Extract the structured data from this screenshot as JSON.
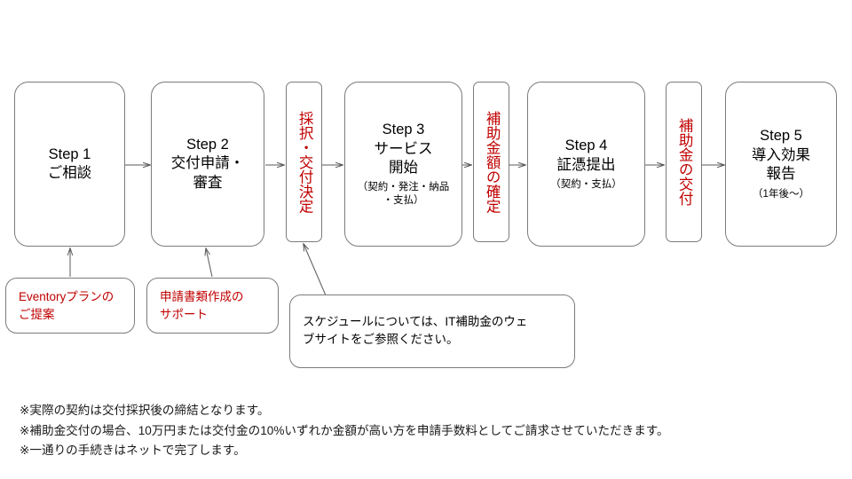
{
  "diagram": {
    "title_present": false,
    "accent_red": "#c00000",
    "line_color": "#7b7b7b",
    "text_color": "#000000"
  },
  "steps": [
    {
      "id": "step1",
      "title": "Step 1",
      "subtitle": "ご相談",
      "note": ""
    },
    {
      "id": "step2",
      "title": "Step 2",
      "subtitle": "交付申請・",
      "subtitle2": "審査",
      "note": ""
    },
    {
      "id": "step3",
      "title": "Step 3",
      "subtitle": "サービス",
      "subtitle2": "開始",
      "note": "（契約・発注・納品",
      "note2": "・支払）"
    },
    {
      "id": "step4",
      "title": "Step 4",
      "subtitle": "証憑提出",
      "note": "（契約・支払）"
    },
    {
      "id": "step5",
      "title": "Step 5",
      "subtitle": "導入効果",
      "subtitle2": "報告",
      "note": "（1年後～）"
    }
  ],
  "gates": [
    {
      "id": "gate1",
      "label": "採択・交付決定"
    },
    {
      "id": "gate2",
      "label": "補助金額の確定"
    },
    {
      "id": "gate3",
      "label": "補助金の交付"
    }
  ],
  "notes": [
    {
      "id": "note1",
      "line1": "Eventoryプランの",
      "line2": "ご提案",
      "color": "red"
    },
    {
      "id": "note2",
      "line1": "申請書類作成の",
      "line2": "サポート",
      "color": "red"
    },
    {
      "id": "note3",
      "line1": "スケジュールについては、IT補助金のウェ",
      "line2": "ブサイトをご参照ください。",
      "color": "black"
    }
  ],
  "footnotes": [
    "※実際の契約は交付採択後の締結となります。",
    "※補助金交付の場合、10万円または交付金の10%いずれか金額が高い方を申請手数料としてご請求させていただきます。",
    "※一通りの手続きはネットで完了します。"
  ]
}
